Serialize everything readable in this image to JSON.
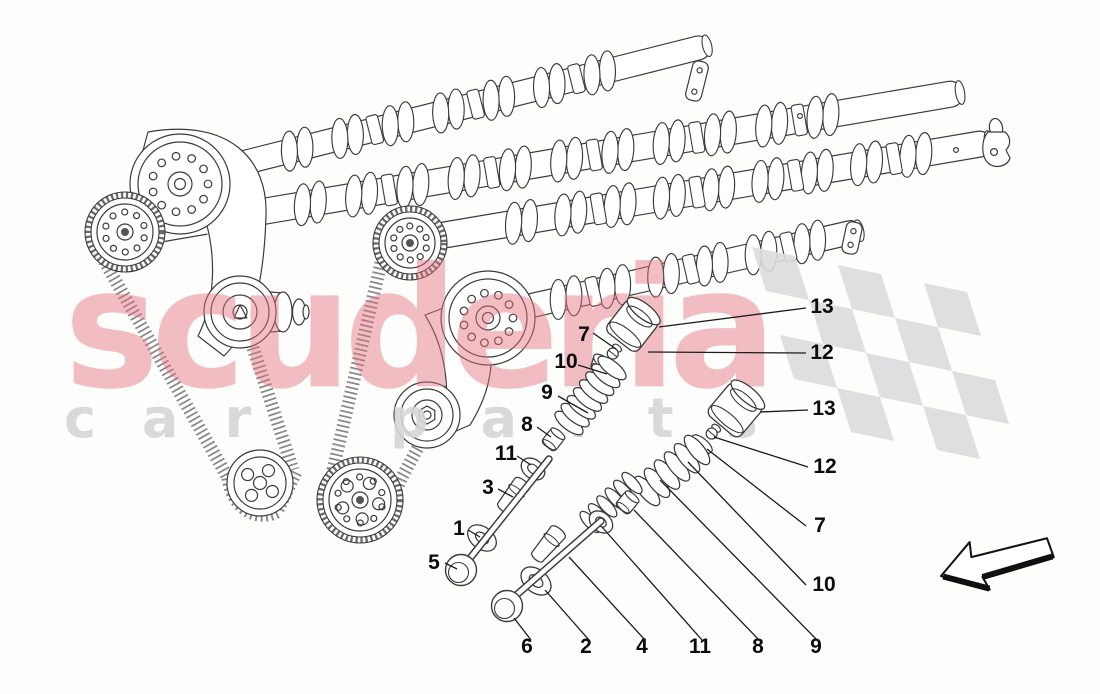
{
  "watermark": {
    "brand": "scuderia",
    "line2_word1": "car",
    "line2_word2": "parts",
    "brand_color": "#e4717c",
    "gray_color": "#d6d6d6"
  },
  "icons": {
    "direction_arrow": "left-direction-arrow",
    "flag": "checkered-flag-pattern"
  },
  "colors": {
    "line": "#3b3b3b",
    "belt": "#757575",
    "flag_gray": "#dcdcdc",
    "label": "#0c0c0c",
    "background": "#fdfdfc"
  },
  "callouts": [
    {
      "id": "left-7",
      "text": "7"
    },
    {
      "id": "left-10",
      "text": "10"
    },
    {
      "id": "left-9",
      "text": "9"
    },
    {
      "id": "left-8",
      "text": "8"
    },
    {
      "id": "left-11",
      "text": "11"
    },
    {
      "id": "left-3",
      "text": "3"
    },
    {
      "id": "left-1",
      "text": "1"
    },
    {
      "id": "left-5",
      "text": "5"
    },
    {
      "id": "bottom-6",
      "text": "6"
    },
    {
      "id": "bottom-2",
      "text": "2"
    },
    {
      "id": "bottom-4",
      "text": "4"
    },
    {
      "id": "bottom-11",
      "text": "11"
    },
    {
      "id": "bottom-8",
      "text": "8"
    },
    {
      "id": "bottom-9",
      "text": "9"
    },
    {
      "id": "right-13-upper",
      "text": "13"
    },
    {
      "id": "right-12-upper",
      "text": "12"
    },
    {
      "id": "right-13-lower",
      "text": "13"
    },
    {
      "id": "right-12-lower",
      "text": "12"
    },
    {
      "id": "right-7",
      "text": "7"
    },
    {
      "id": "right-10",
      "text": "10"
    }
  ]
}
